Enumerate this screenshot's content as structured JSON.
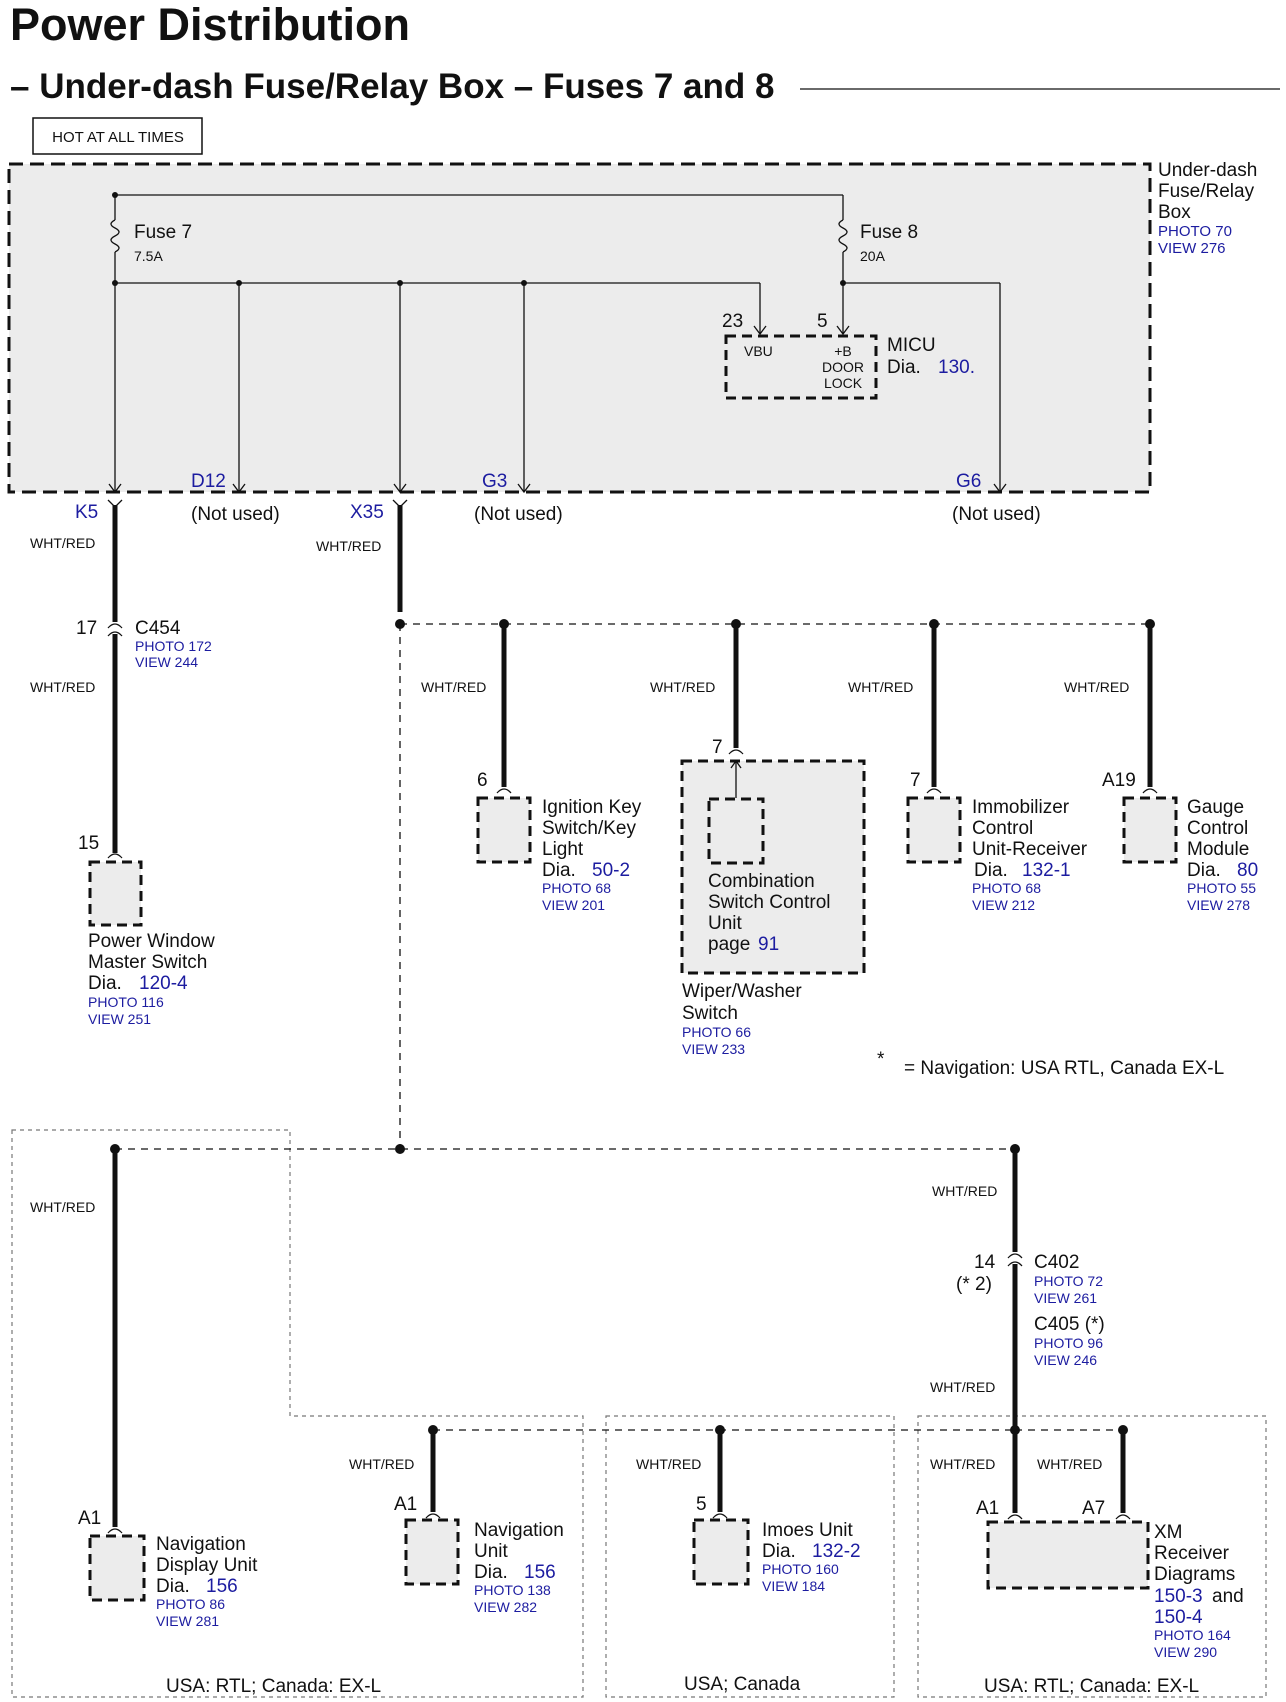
{
  "header": {
    "title": "Power Distribution",
    "subtitle": "– Under-dash Fuse/Relay Box – Fuses 7 and 8",
    "hot_label": "HOT AT ALL TIMES"
  },
  "fusebox": {
    "name_lines": [
      "Under-dash",
      "Fuse/Relay",
      "Box"
    ],
    "photo": "PHOTO 70",
    "view": "VIEW 276",
    "fuse7": {
      "name": "Fuse 7",
      "rating": "7.5A"
    },
    "fuse8": {
      "name": "Fuse 8",
      "rating": "20A"
    },
    "micu": {
      "pin_vbu": "23",
      "pin_b": "5",
      "vbu": "VBU",
      "b_lines": [
        "+B",
        "DOOR",
        "LOCK"
      ],
      "name": "MICU",
      "dia_prefix": "Dia.",
      "dia": "130."
    },
    "terminals": {
      "k5": "K5",
      "d12": "D12",
      "x35": "X35",
      "g3": "G3",
      "g6": "G6",
      "not_used": "(Not used)"
    }
  },
  "wire_color": "WHT/RED",
  "c454": {
    "pin": "17",
    "name": "C454",
    "photo": "PHOTO 172",
    "view": "VIEW 244"
  },
  "components": {
    "power_window": {
      "pin": "15",
      "lines": [
        "Power Window",
        "Master Switch"
      ],
      "dia_prefix": "Dia.",
      "dia": "120-4",
      "photo": "PHOTO 116",
      "view": "VIEW 251"
    },
    "ignition": {
      "pin": "6",
      "lines": [
        "Ignition Key",
        "Switch/Key",
        "Light"
      ],
      "dia_prefix": "Dia.",
      "dia": "50-2",
      "photo": "PHOTO 68",
      "view": "VIEW 201"
    },
    "combination": {
      "pin": "7",
      "lines": [
        "Combination",
        "Switch Control",
        "Unit"
      ],
      "page_prefix": "page",
      "page": "91",
      "outer_lines": [
        "Wiper/Washer",
        "Switch"
      ],
      "photo": "PHOTO 66",
      "view": "VIEW 233"
    },
    "immobilizer": {
      "pin": "7",
      "lines": [
        "Immobilizer",
        "Control",
        "Unit-Receiver"
      ],
      "dia_prefix": "Dia.",
      "dia": "132-1",
      "photo": "PHOTO 68",
      "view": "VIEW 212"
    },
    "gauge": {
      "pin": "A19",
      "lines": [
        "Gauge",
        "Control",
        "Module"
      ],
      "dia_prefix": "Dia.",
      "dia": "80",
      "photo": "PHOTO 55",
      "view": "VIEW 278"
    },
    "nav_display": {
      "pin": "A1",
      "lines": [
        "Navigation",
        "Display Unit"
      ],
      "dia_prefix": "Dia.",
      "dia": "156",
      "photo": "PHOTO 86",
      "view": "VIEW 281"
    },
    "nav_unit": {
      "pin": "A1",
      "lines": [
        "Navigation",
        "Unit"
      ],
      "dia_prefix": "Dia.",
      "dia": "156",
      "photo": "PHOTO 138",
      "view": "VIEW 282"
    },
    "imoes": {
      "pin": "5",
      "lines": [
        "Imoes Unit"
      ],
      "dia_prefix": "Dia.",
      "dia": "132-2",
      "photo": "PHOTO 160",
      "view": "VIEW 184"
    },
    "xm": {
      "pin_a1": "A1",
      "pin_a7": "A7",
      "lines": [
        "XM",
        "Receiver",
        "Diagrams"
      ],
      "dia1": "150-3",
      "and": "and",
      "dia2": "150-4",
      "photo": "PHOTO 164",
      "view": "VIEW 290"
    }
  },
  "note": {
    "star": "*",
    "text": "= Navigation: USA RTL, Canada EX-L"
  },
  "c402": {
    "pin": "14",
    "pin_note": "(* 2)",
    "name": "C402",
    "photo": "PHOTO 72",
    "view": "VIEW 261"
  },
  "c405": {
    "name": "C405 (*)",
    "photo": "PHOTO 96",
    "view": "VIEW 246"
  },
  "regions": {
    "left": "USA: RTL; Canada: EX-L",
    "middle": "USA; Canada",
    "right": "USA: RTL; Canada: EX-L"
  }
}
